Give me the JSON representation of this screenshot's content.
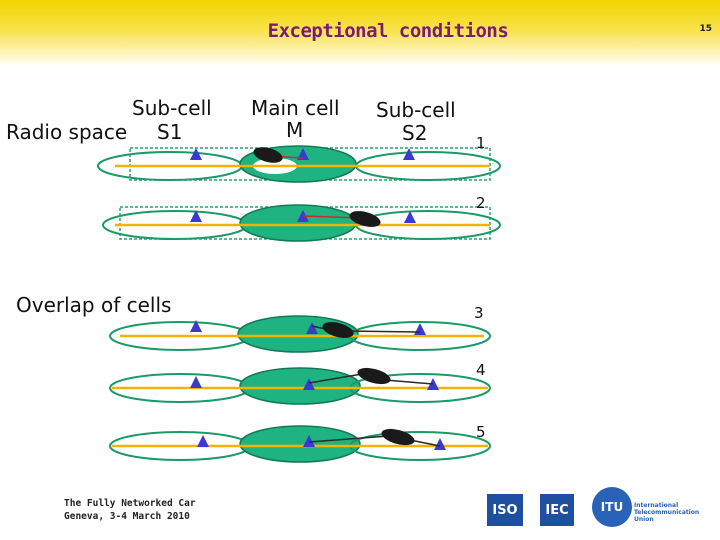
{
  "header": {
    "title": "Exceptional conditions",
    "page_number": "15"
  },
  "labels": {
    "radio_space": "Radio space",
    "subcell_s1_line1": "Sub-cell",
    "subcell_s1_line2": "S1",
    "main_cell_line1": "Main cell",
    "main_cell_line2": "M",
    "subcell_s2_line1": "Sub-cell",
    "subcell_s2_line2": "S2",
    "overlap": "Overlap of cells"
  },
  "steps": [
    "1",
    "2",
    "3",
    "4",
    "5"
  ],
  "footer": {
    "line1": "The Fully Networked Car",
    "line2": "Geneva, 3-4 March 2010"
  },
  "logos": {
    "iso": "ISO",
    "iec": "IEC",
    "itu": "ITU",
    "itu_text": [
      "International",
      "Telecommunication",
      "Union"
    ]
  },
  "colors": {
    "header_yellow": "#f4d400",
    "title_purple": "#7a1a7a",
    "cell_green": "#1fb382",
    "road": "#f0b400",
    "tower": "#3a3ad0",
    "link": "#cc2a2a"
  }
}
